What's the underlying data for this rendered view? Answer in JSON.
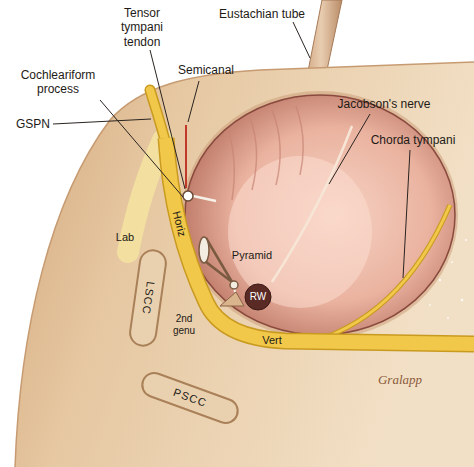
{
  "diagram": {
    "labels": [
      "Tensor tympani tendon",
      "Semicanal",
      "Eustachian tube",
      "Cochleariform process",
      "Jacobson's nerve",
      "GSPN",
      "Chorda tympani",
      "Lab",
      "Horiz",
      "Pyramid",
      "RW",
      "2nd genu",
      "LSCC",
      "PSCC",
      "Vert",
      "Gralapp"
    ]
  }
}
